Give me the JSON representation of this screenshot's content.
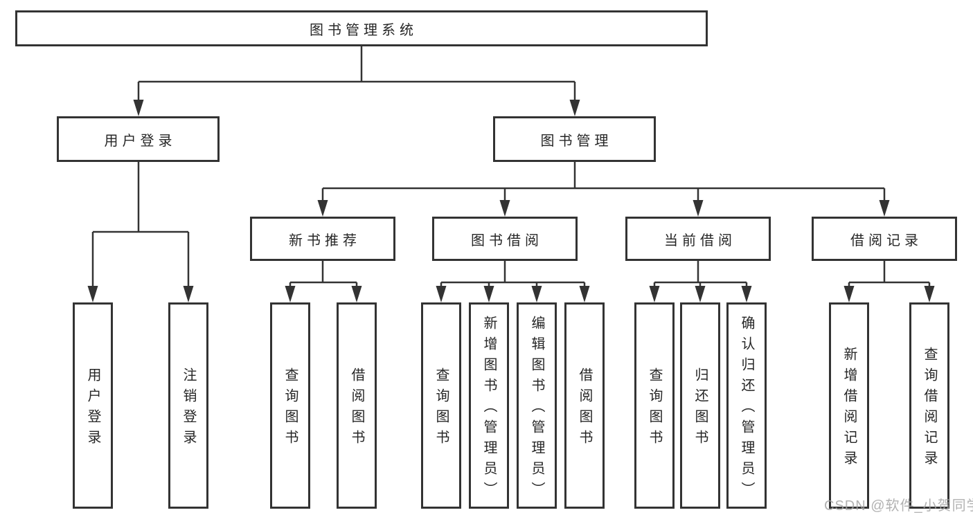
{
  "diagram": {
    "type": "hierarchy-tree",
    "nodes": {
      "root": "图书管理系统",
      "user_login": "用户登录",
      "book_mgmt": "图书管理",
      "new_book_rec": "新书推荐",
      "book_borrow": "图书借阅",
      "current_borrow": "当前借阅",
      "borrow_record": "借阅记录",
      "ul_login": "用户登录",
      "ul_logout": "注销登录",
      "nbr_query": "查询图书",
      "nbr_borrow": "借阅图书",
      "bb_query": "查询图书",
      "bb_add": "新增图书（管理员）",
      "bb_edit": "编辑图书（管理员）",
      "bb_borrow": "借阅图书",
      "cb_query": "查询图书",
      "cb_return": "归还图书",
      "cb_confirm": "确认归还（管理员）",
      "br_add": "新增借阅记录",
      "br_query": "查询借阅记录"
    },
    "edges": [
      [
        "root",
        "user_login"
      ],
      [
        "root",
        "book_mgmt"
      ],
      [
        "user_login",
        "ul_login"
      ],
      [
        "user_login",
        "ul_logout"
      ],
      [
        "book_mgmt",
        "new_book_rec"
      ],
      [
        "book_mgmt",
        "book_borrow"
      ],
      [
        "book_mgmt",
        "current_borrow"
      ],
      [
        "book_mgmt",
        "borrow_record"
      ],
      [
        "new_book_rec",
        "nbr_query"
      ],
      [
        "new_book_rec",
        "nbr_borrow"
      ],
      [
        "book_borrow",
        "bb_query"
      ],
      [
        "book_borrow",
        "bb_add"
      ],
      [
        "book_borrow",
        "bb_edit"
      ],
      [
        "book_borrow",
        "bb_borrow"
      ],
      [
        "current_borrow",
        "cb_query"
      ],
      [
        "current_borrow",
        "cb_return"
      ],
      [
        "current_borrow",
        "cb_confirm"
      ],
      [
        "borrow_record",
        "br_add"
      ],
      [
        "borrow_record",
        "br_query"
      ]
    ],
    "colors": {
      "line": "#333333",
      "box_border": "#333333",
      "box_fill": "#ffffff",
      "text": "#262626",
      "watermark": "#a4a4a4"
    }
  },
  "watermark": "CSDN @软件_小贺同学"
}
